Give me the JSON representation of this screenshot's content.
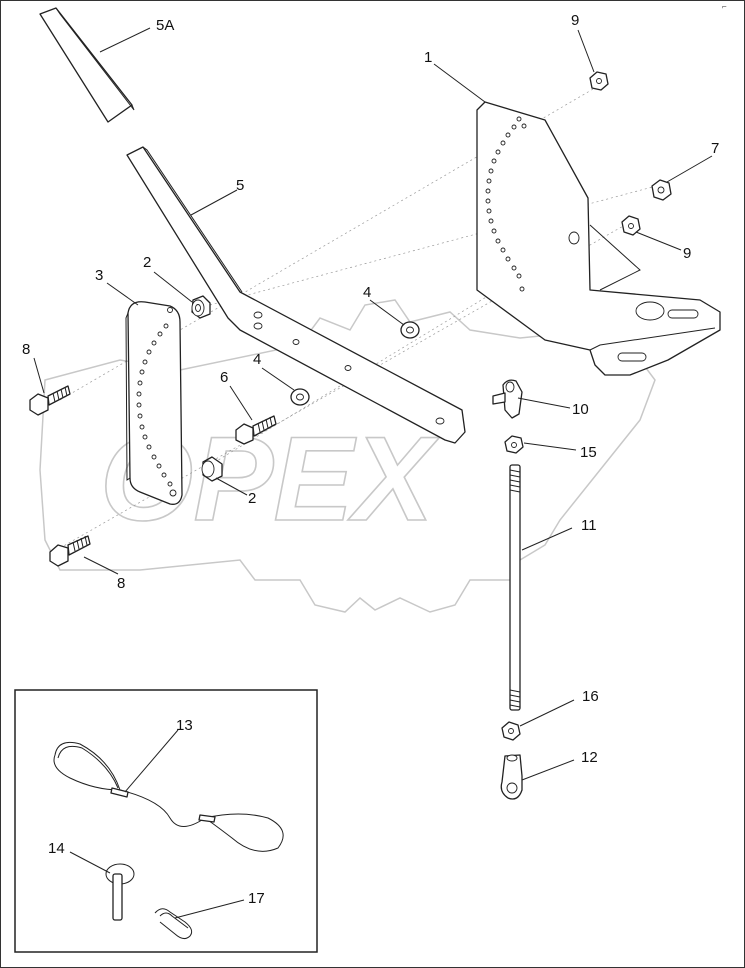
{
  "diagram": {
    "watermark": "OPEX",
    "corner_mark": "⌐",
    "callouts": {
      "c1": "1",
      "c2a": "2",
      "c2b": "2",
      "c3": "3",
      "c4a": "4",
      "c4b": "4",
      "c5": "5",
      "c5a": "5A",
      "c6": "6",
      "c7": "7",
      "c8a": "8",
      "c8b": "8",
      "c9a": "9",
      "c9b": "9",
      "c10": "10",
      "c11": "11",
      "c12": "12",
      "c13": "13",
      "c14": "14",
      "c15": "15",
      "c16": "16",
      "c17": "17"
    }
  }
}
